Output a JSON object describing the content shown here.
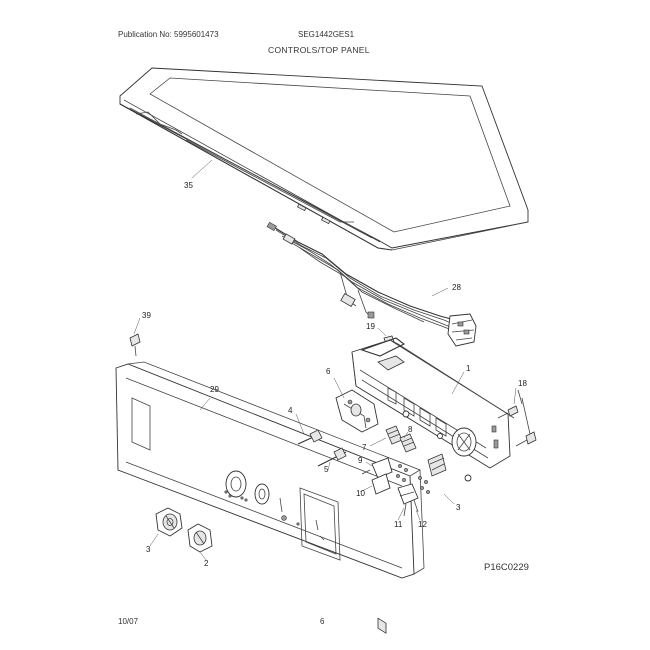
{
  "header": {
    "publication": "Publication No: 5995601473",
    "model": "SEG1442GES1",
    "title": "CONTROLS/TOP PANEL"
  },
  "footer": {
    "date": "10/07",
    "page": "6"
  },
  "diagram_code": "P16C0229",
  "part_labels": {
    "p35": "35",
    "p28": "28",
    "p19": "19",
    "p1": "1",
    "p18": "18",
    "p39": "39",
    "p29": "29",
    "p6": "6",
    "p4": "4",
    "p7": "7",
    "p8": "8",
    "p5": "5",
    "p9": "9",
    "p10": "10",
    "p3a": "3",
    "p11": "11",
    "p12": "12",
    "p3b": "3",
    "p2": "2"
  }
}
